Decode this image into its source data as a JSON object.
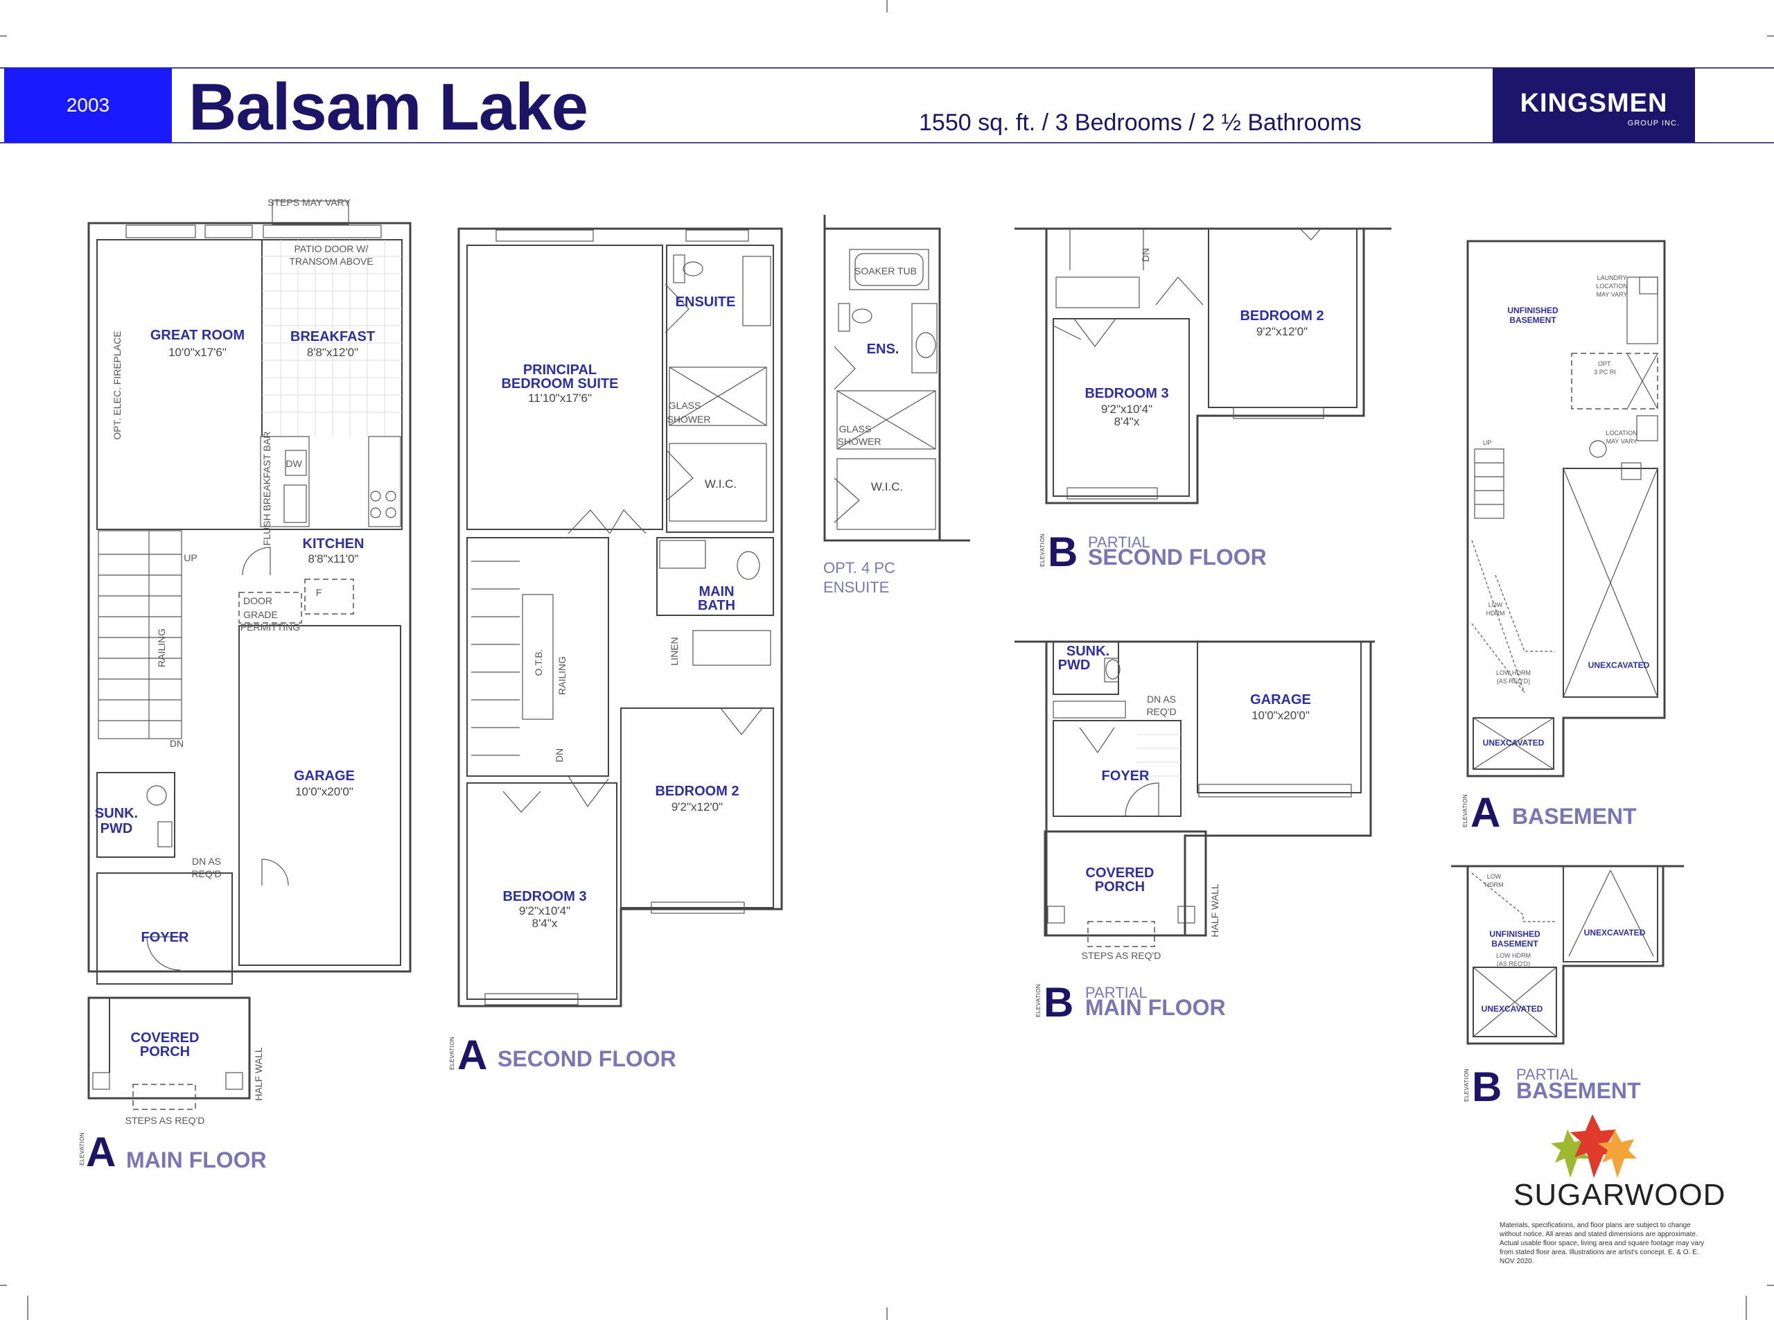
{
  "header": {
    "model_number": "2003",
    "title": "Balsam Lake",
    "subtitle": "1550 sq. ft. / 3 Bedrooms / 2 ½ Bathrooms",
    "brand_name": "KINGSMEN",
    "brand_sub": "GROUP INC."
  },
  "main_floor": {
    "elevation": "A",
    "elevation_caption": "ELEVATION",
    "label": "MAIN FLOOR",
    "notes": {
      "steps_top": "STEPS MAY VARY",
      "patio_1": "PATIO DOOR W/",
      "patio_2": "TRANSOM ABOVE",
      "fireplace": "OPT. ELEC. FIREPLACE",
      "flush_bar": "FLUSH BREAKFAST BAR",
      "dw": "DW",
      "fridge": "F",
      "up": "UP",
      "railing": "RAILING",
      "dn": "DN",
      "door_1": "DOOR",
      "door_2": "GRADE",
      "door_3": "PERMITTING",
      "dn_as_1": "DN AS",
      "dn_as_2": "REQ'D",
      "half_wall": "HALF WALL",
      "steps_bottom": "STEPS AS REQ'D"
    },
    "rooms": [
      {
        "name": "GREAT ROOM",
        "dims": "10'0\"x17'6\""
      },
      {
        "name": "BREAKFAST",
        "dims": "8'8\"x12'0\""
      },
      {
        "name": "KITCHEN",
        "dims": "8'8\"x11'0\""
      },
      {
        "name": "GARAGE",
        "dims": "10'0\"x20'0\""
      },
      {
        "name_1": "SUNK.",
        "name_2": "PWD"
      },
      {
        "name": "FOYER"
      },
      {
        "name_1": "COVERED",
        "name_2": "PORCH"
      }
    ]
  },
  "second_floor": {
    "elevation": "A",
    "elevation_caption": "ELEVATION",
    "label": "SECOND FLOOR",
    "notes": {
      "glass_1": "GLASS",
      "glass_2": "SHOWER",
      "wic": "W.I.C.",
      "otb": "O.T.B.",
      "railing": "RAILING",
      "dn": "DN",
      "linen": "LINEN"
    },
    "rooms": [
      {
        "name_1": "PRINCIPAL",
        "name_2": "BEDROOM SUITE",
        "dims": "11'10\"x17'6\""
      },
      {
        "name": "ENSUITE"
      },
      {
        "name_1": "MAIN",
        "name_2": "BATH"
      },
      {
        "name": "BEDROOM 2",
        "dims": "9'2\"x12'0\""
      },
      {
        "name": "BEDROOM 3",
        "dims": "9'2\"x10'4\"",
        "dims_2": "8'4\"x"
      }
    ]
  },
  "opt_ensuite": {
    "label_1": "OPT. 4 PC",
    "label_2": "ENSUITE",
    "notes": {
      "soaker": "SOAKER TUB",
      "ens": "ENS.",
      "glass_1": "GLASS",
      "glass_2": "SHOWER",
      "wic": "W.I.C."
    }
  },
  "partial_second": {
    "elevation": "B",
    "elevation_caption": "ELEVATION",
    "label_small": "PARTIAL",
    "label": "SECOND FLOOR",
    "notes": {
      "dn": "DN"
    },
    "rooms": [
      {
        "name": "BEDROOM 2",
        "dims": "9'2\"x12'0\""
      },
      {
        "name": "BEDROOM 3",
        "dims": "9'2\"x10'4\"",
        "dims_2": "8'4\"x"
      }
    ]
  },
  "partial_main": {
    "elevation": "B",
    "elevation_caption": "ELEVATION",
    "label_small": "PARTIAL",
    "label": "MAIN FLOOR",
    "notes": {
      "dn_as_1": "DN AS",
      "dn_as_2": "REQ'D",
      "half_wall": "HALF WALL",
      "steps": "STEPS AS REQ'D"
    },
    "rooms": [
      {
        "name_1": "SUNK.",
        "name_2": "PWD"
      },
      {
        "name": "GARAGE",
        "dims": "10'0\"x20'0\""
      },
      {
        "name": "FOYER"
      },
      {
        "name_1": "COVERED",
        "name_2": "PORCH"
      }
    ]
  },
  "basement": {
    "elevation": "A",
    "elevation_caption": "ELEVATION",
    "label": "BASEMENT",
    "notes": {
      "laundry_1": "LAUNDRY",
      "laundry_2": "LOCATION",
      "laundry_3": "MAY VARY",
      "opt_1": "OPT.",
      "opt_2": "3 PC RI",
      "location_1": "LOCATION",
      "location_2": "MAY VARY",
      "up": "UP",
      "low_1": "LOW",
      "low_2": "HDRM",
      "low_hdrm_1": "LOW HDRM",
      "low_hdrm_2": "(AS REQ'D)"
    },
    "rooms": [
      {
        "name_1": "UNFINISHED",
        "name_2": "BASEMENT"
      },
      {
        "name": "UNEXCAVATED"
      },
      {
        "name": "UNEXCAVATED"
      }
    ]
  },
  "partial_basement": {
    "elevation": "B",
    "elevation_caption": "ELEVATION",
    "label_small": "PARTIAL",
    "label": "BASEMENT",
    "notes": {
      "low_1": "LOW",
      "low_2": "HDRM",
      "low_hdrm_1": "LOW HDRM",
      "low_hdrm_2": "(AS REQ'D)"
    },
    "rooms": [
      {
        "name_1": "UNFINISHED",
        "name_2": "BASEMENT"
      },
      {
        "name": "UNEXCAVATED"
      },
      {
        "name": "UNEXCAVATED"
      }
    ]
  },
  "footer": {
    "sugarwood": "SUGARWOOD",
    "disclaimer": "Materials, specifications, and floor plans are subject to change without notice. All areas and stated dimensions are approximate. Actual usable floor space, living area and square footage may vary from stated floor area. Illustrations are artist's concept. E. & O. E. NOV 2020."
  },
  "colors": {
    "blue_box": "#1a1aff",
    "navy": "#1b166b",
    "room_label": "#2e2ea0",
    "caption": "#7a76b5"
  }
}
